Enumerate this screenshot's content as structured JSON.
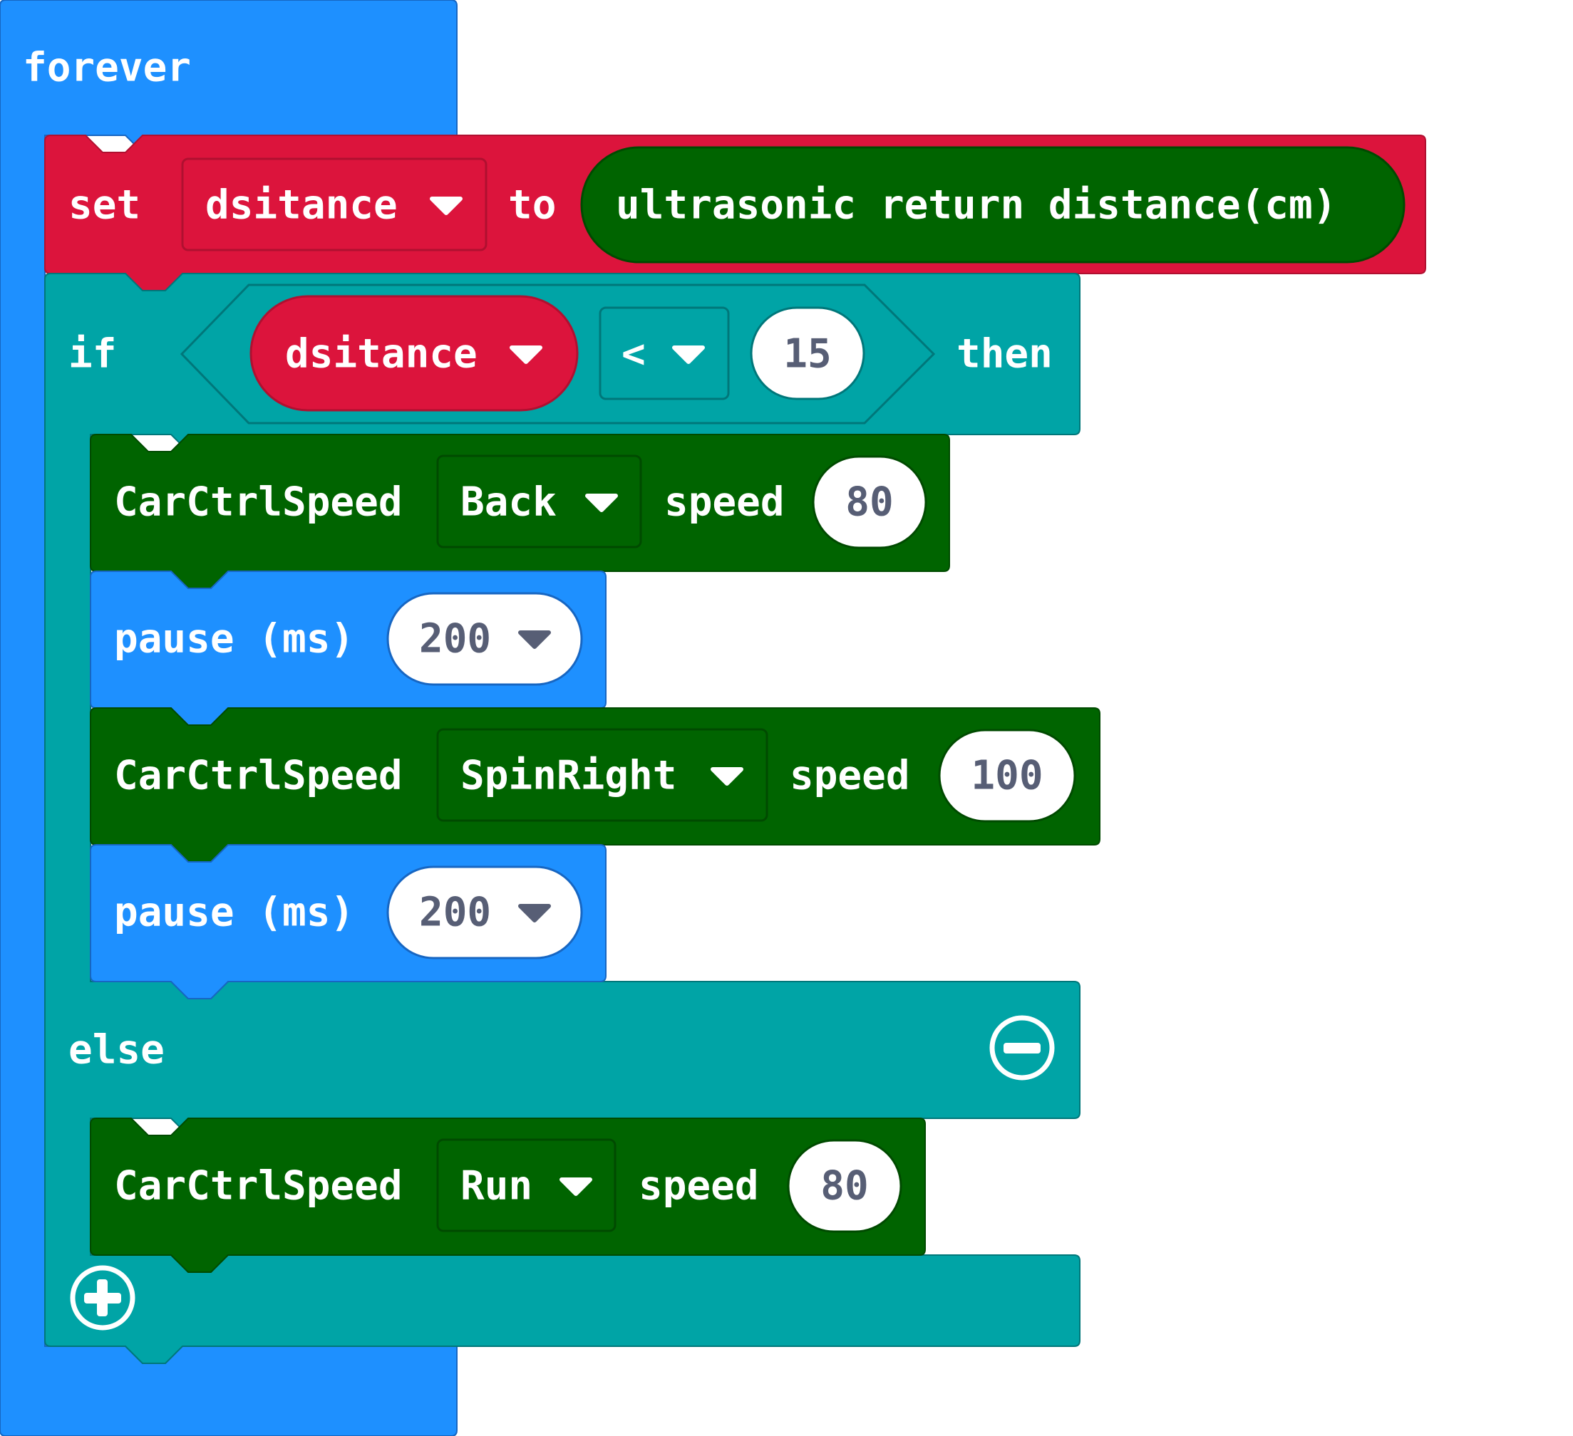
{
  "colors": {
    "loops": "#1E90FF",
    "variables": "#DC143C",
    "variables_dark": "#B01030",
    "logic": "#00A4A6",
    "logic_dark": "#00777A",
    "car": "#006400",
    "car_dark": "#004A00",
    "loops_dark": "#1766C2",
    "number_text": "#575E75"
  },
  "forever": {
    "label": "forever"
  },
  "set_block": {
    "set_label": "set",
    "variable": "dsitance",
    "to_label": "to",
    "value": "ultrasonic return distance(cm)"
  },
  "if_block": {
    "if_label": "if",
    "variable": "dsitance",
    "operator": "<",
    "compare_value": "15",
    "then_label": "then",
    "else_label": "else",
    "collapse_icon": "minus-circle-icon",
    "add_icon": "plus-circle-icon",
    "then_statements": [
      {
        "label": "CarCtrlSpeed",
        "direction": "Back",
        "speed_label": "speed",
        "speed": "80"
      },
      {
        "label": "pause (ms)",
        "value": "200"
      },
      {
        "label": "CarCtrlSpeed",
        "direction": "SpinRight",
        "speed_label": "speed",
        "speed": "100"
      },
      {
        "label": "pause (ms)",
        "value": "200"
      }
    ],
    "else_statements": [
      {
        "label": "CarCtrlSpeed",
        "direction": "Run",
        "speed_label": "speed",
        "speed": "80"
      }
    ]
  },
  "dropdown_icon": "triangle-down-icon"
}
